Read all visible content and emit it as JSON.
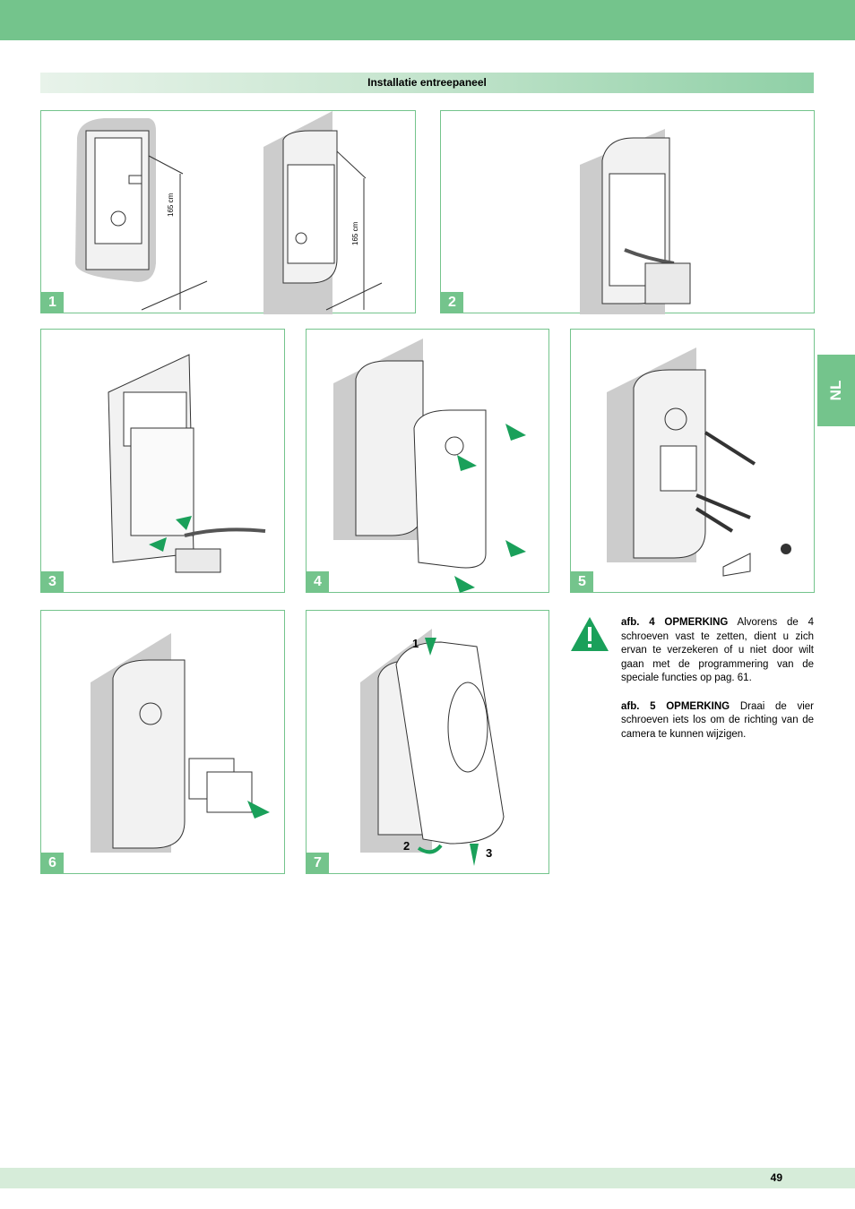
{
  "section_title": "Installatie entreepaneel",
  "language_tab": "NL",
  "figures": {
    "f1": {
      "number": "1",
      "height_label": "165 cm"
    },
    "f2": {
      "number": "2"
    },
    "f3": {
      "number": "3"
    },
    "f4": {
      "number": "4"
    },
    "f5": {
      "number": "5"
    },
    "f6": {
      "number": "6"
    },
    "f7": {
      "number": "7",
      "step1": "1",
      "step2": "2",
      "step3": "3"
    }
  },
  "notes": [
    {
      "label": "afb. 4 OPMERKING",
      "text": "Alvorens de 4 schroeven vast te zetten, dient u zich ervan te verzekeren of u niet door wilt gaan met de programmering van de speciale functies op pag. 61."
    },
    {
      "label": "afb. 5 OPMERKING",
      "text": "Draai de vier schroeven iets los om de richting van de camera te kunnen wijzigen."
    }
  ],
  "page_number": "49",
  "colors": {
    "accent": "#74c48c",
    "arrow": "#1aa05a"
  },
  "icons": {
    "warning": "warning-triangle-icon"
  }
}
